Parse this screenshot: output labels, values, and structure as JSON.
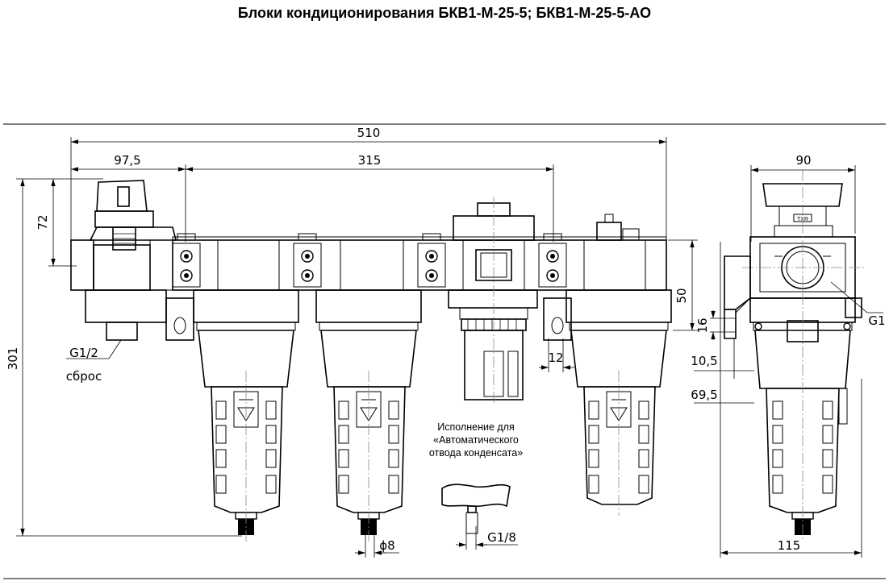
{
  "title": "Блоки кондиционирования БКВ1-М-25-5; БКВ1-М-25-5-АО",
  "dimensions": {
    "overall_width": "510",
    "first_offset": "97,5",
    "span": "315",
    "height": "301",
    "top_height": "72",
    "side_width": "90",
    "bottom_width": "115",
    "body_height": "50",
    "port_offset": "16",
    "val_10_5": "10,5",
    "val_69_5": "69,5",
    "val_12": "12",
    "diameter": "ϕ8",
    "thread_g1_8": "G1/8",
    "thread_g1": "G1",
    "thread_g1_2": "G1/2"
  },
  "labels": {
    "reset": "сброс",
    "auto_drain_note": [
      "Исполнение для",
      "«Автоматического",
      "отвода конденсата»"
    ],
    "gauge_mark": "TXR"
  },
  "colors": {
    "line": "#000000",
    "background": "#ffffff",
    "centerline": "#888888"
  }
}
